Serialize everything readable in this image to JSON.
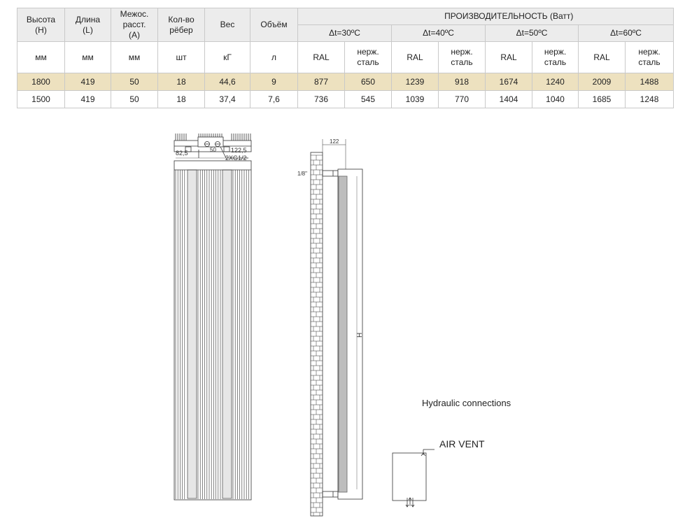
{
  "table": {
    "headers": {
      "height": "Высота\n(H)",
      "length": "Длина\n(L)",
      "spacing": "Межос.\nрасст.\n(A)",
      "ribs": "Кол-во\nрёбер",
      "weight": "Вес",
      "volume": "Объём",
      "performance": "ПРОИЗВОДИТЕЛЬНОСТЬ (Ватт)",
      "dt30": "Δt=30ºC",
      "dt40": "Δt=40ºC",
      "dt50": "Δt=50ºC",
      "dt60": "Δt=60ºC"
    },
    "units": [
      "мм",
      "мм",
      "мм",
      "шт",
      "кГ",
      "л",
      "RAL",
      "нерж.\nсталь",
      "RAL",
      "нерж.\nсталь",
      "RAL",
      "нерж.\nсталь",
      "RAL",
      "нерж.\nсталь"
    ],
    "rows": [
      [
        "1800",
        "419",
        "50",
        "18",
        "44,6",
        "9",
        "877",
        "650",
        "1239",
        "918",
        "1674",
        "1240",
        "2009",
        "1488"
      ],
      [
        "1500",
        "419",
        "50",
        "18",
        "37,4",
        "7,6",
        "736",
        "545",
        "1039",
        "770",
        "1404",
        "1040",
        "1685",
        "1248"
      ]
    ],
    "highlight_color": "#ede1bf",
    "header_bg": "#ececec"
  },
  "drawing": {
    "dim_left": "82,5",
    "dim_center": "50",
    "dim_right": "122,5",
    "thread_label": "2XG1/2",
    "side_depth": "122",
    "side_pipe": "1/8\"",
    "height_label": "H"
  },
  "hydraulic": {
    "caption": "Hydraulic connections",
    "air_vent": "AIR VENT"
  }
}
